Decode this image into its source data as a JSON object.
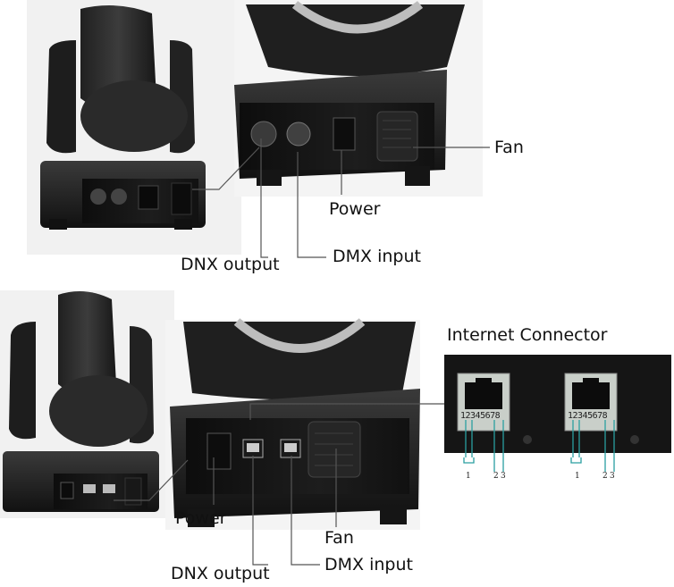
{
  "top_section": {
    "labels": {
      "fan": "Fan",
      "power": "Power",
      "dnx_output": "DNX output",
      "dmx_input": "DMX input"
    }
  },
  "bottom_section": {
    "labels": {
      "power": "Power",
      "fan": "Fan",
      "dnx_output": "DNX output",
      "dmx_input": "DMX input"
    }
  },
  "internet_connector": {
    "title": "Internet Connector",
    "connectors": [
      {
        "pin_digits": "12345678",
        "pin_labels": [
          "1",
          "2",
          "3"
        ]
      },
      {
        "pin_digits": "12345678",
        "pin_labels": [
          "1",
          "2",
          "3"
        ]
      }
    ]
  },
  "colors": {
    "device_body": "#1c1c1c",
    "callout_line": "#555555",
    "pin_bracket": "#2a9fa0",
    "connector_metal": "#c9cfc9"
  }
}
